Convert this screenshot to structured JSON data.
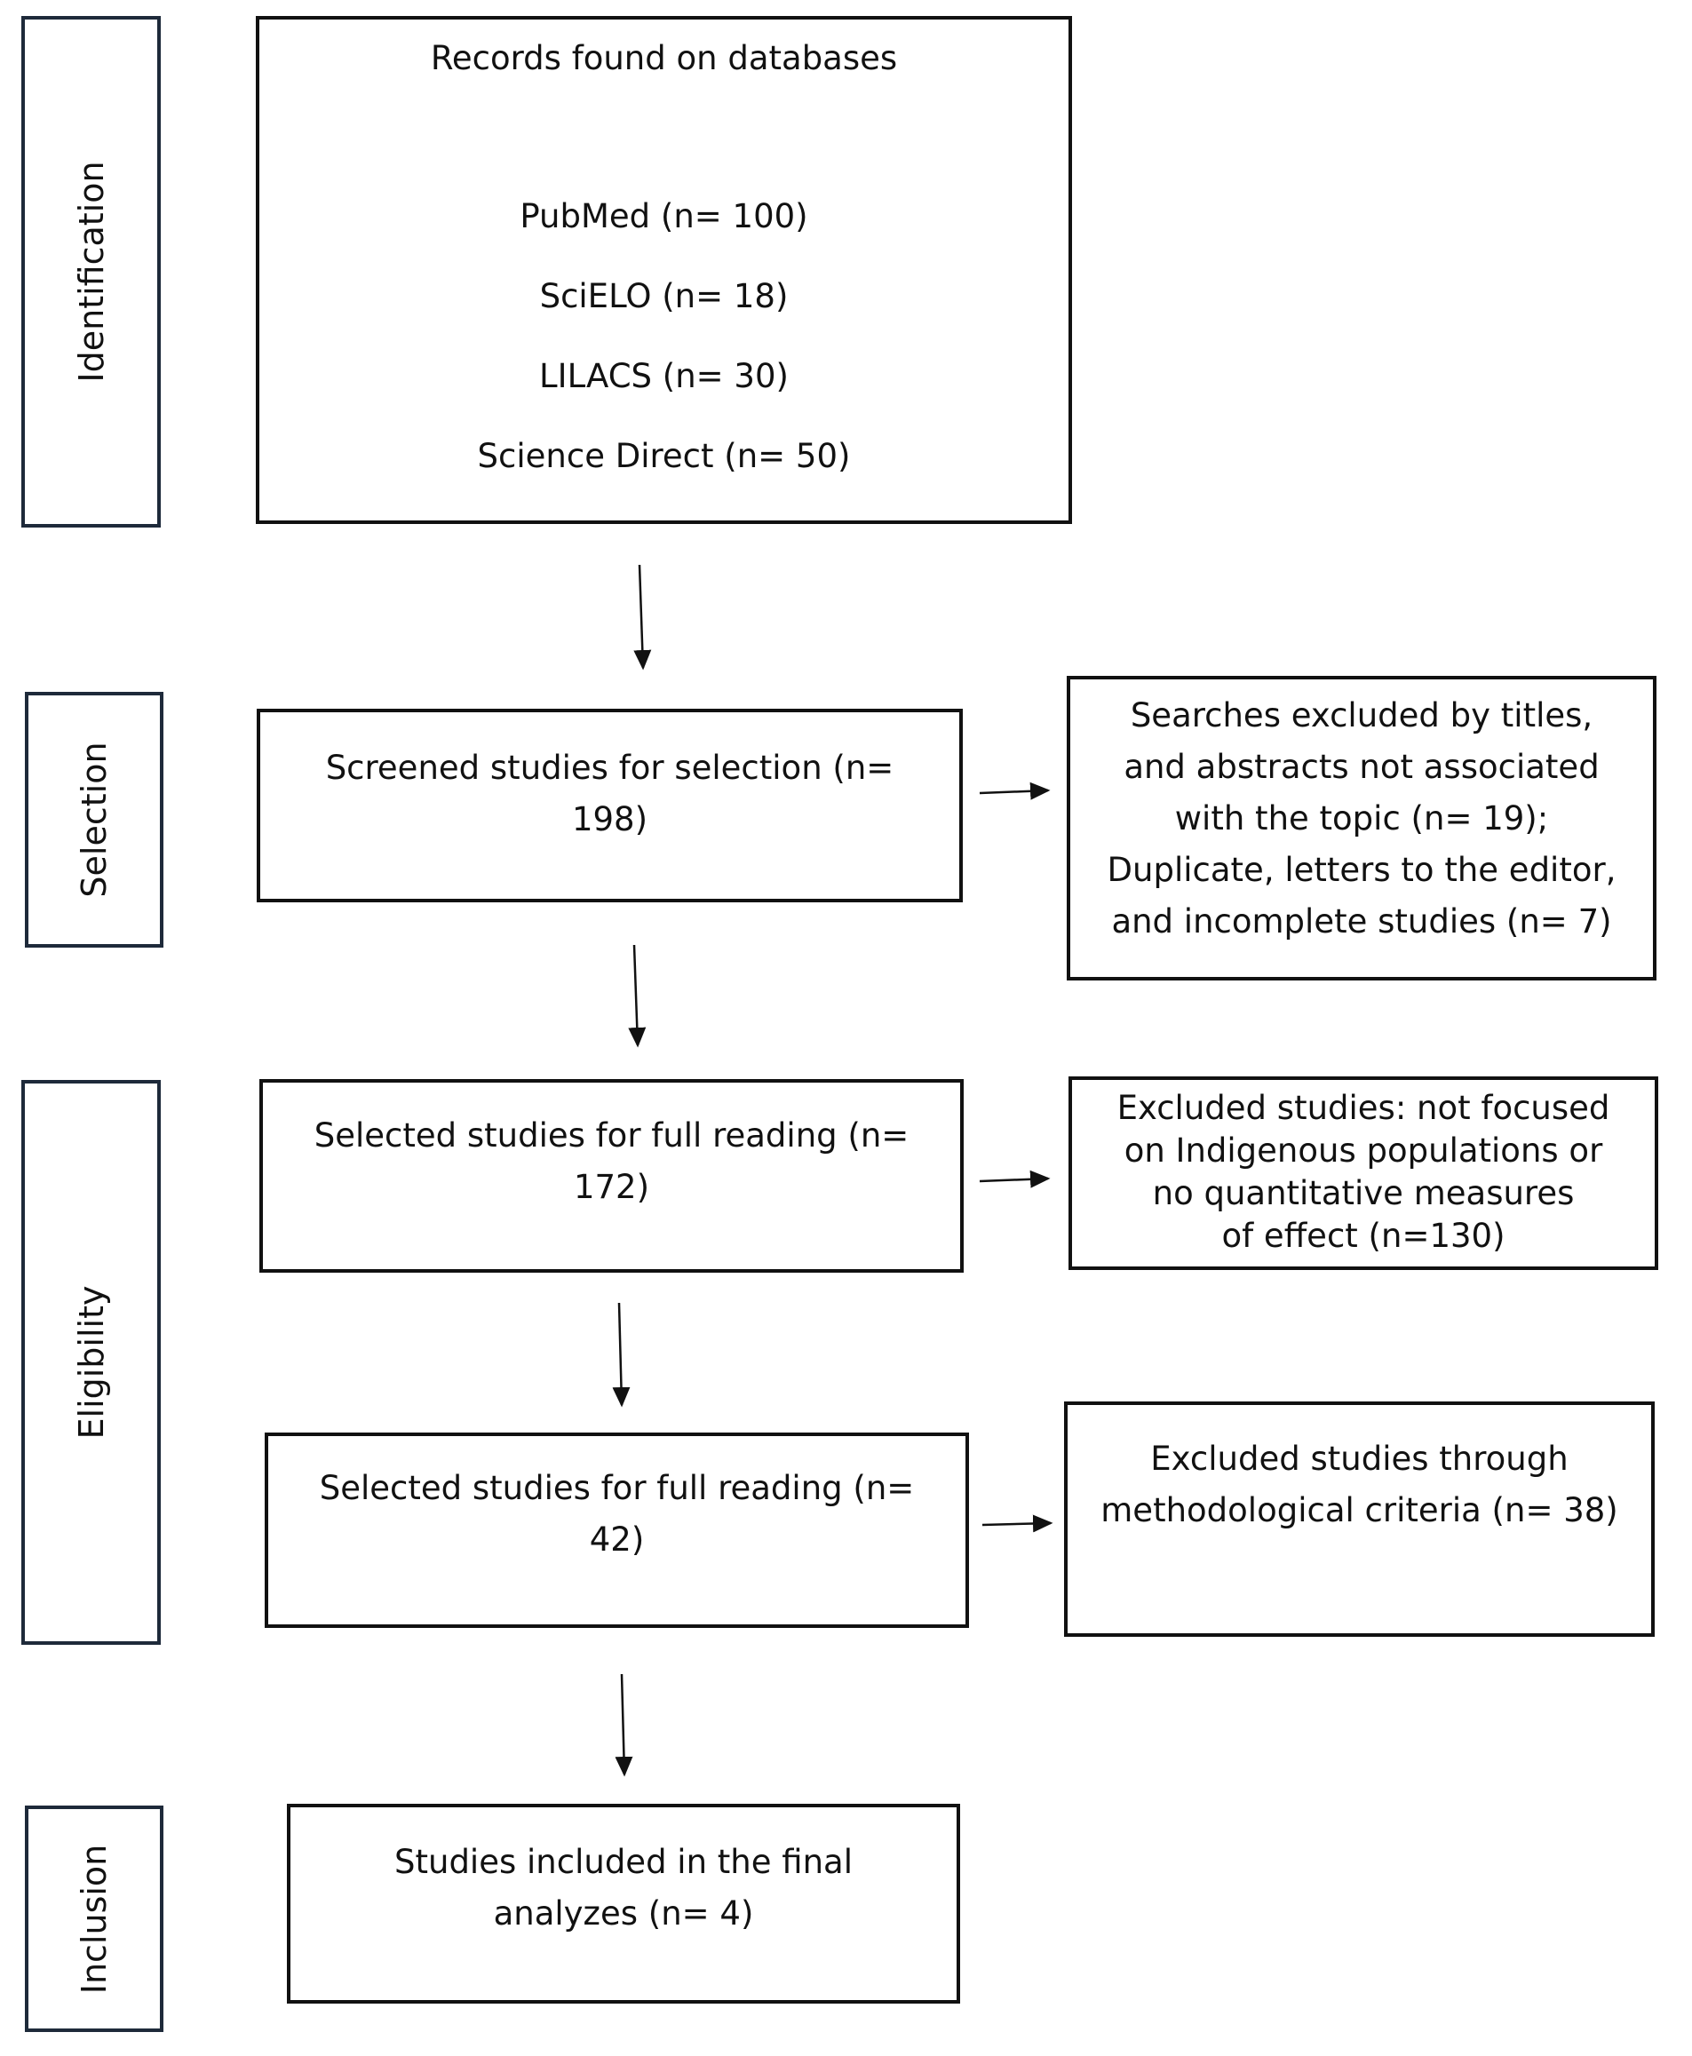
{
  "stages": {
    "identification": "Identification",
    "selection": "Selection",
    "eligibility": "Eligibility",
    "inclusion": "Inclusion"
  },
  "records": {
    "title": "Records found on databases",
    "sources": [
      "PubMed (n= 100)",
      "SciELO (n= 18)",
      "LILACS (n= 30)",
      "Science Direct (n= 50)"
    ]
  },
  "screened": {
    "line1": "Screened studies for selection (n=",
    "line2": "198)"
  },
  "excluded_titles": {
    "line1": "Searches excluded by titles,",
    "line2": "and abstracts not associated",
    "line3": "with the topic (n= 19);",
    "line4": "Duplicate, letters to the editor,",
    "line5": "and incomplete studies (n= 7)"
  },
  "full_reading_1": {
    "line1": "Selected studies for full reading (n=",
    "line2": "172)"
  },
  "excluded_focus": {
    "line1": "Excluded studies: not focused",
    "line2": "on Indigenous populations or",
    "line3": "no quantitative measures",
    "line4": "of effect (n=130)"
  },
  "full_reading_2": {
    "line1": "Selected studies for full reading (n=",
    "line2": "42)"
  },
  "excluded_method": {
    "line1": "Excluded studies through",
    "line2": "methodological criteria (n= 38)"
  },
  "included": {
    "line1": "Studies included in the final",
    "line2": "analyzes (n= 4)"
  }
}
